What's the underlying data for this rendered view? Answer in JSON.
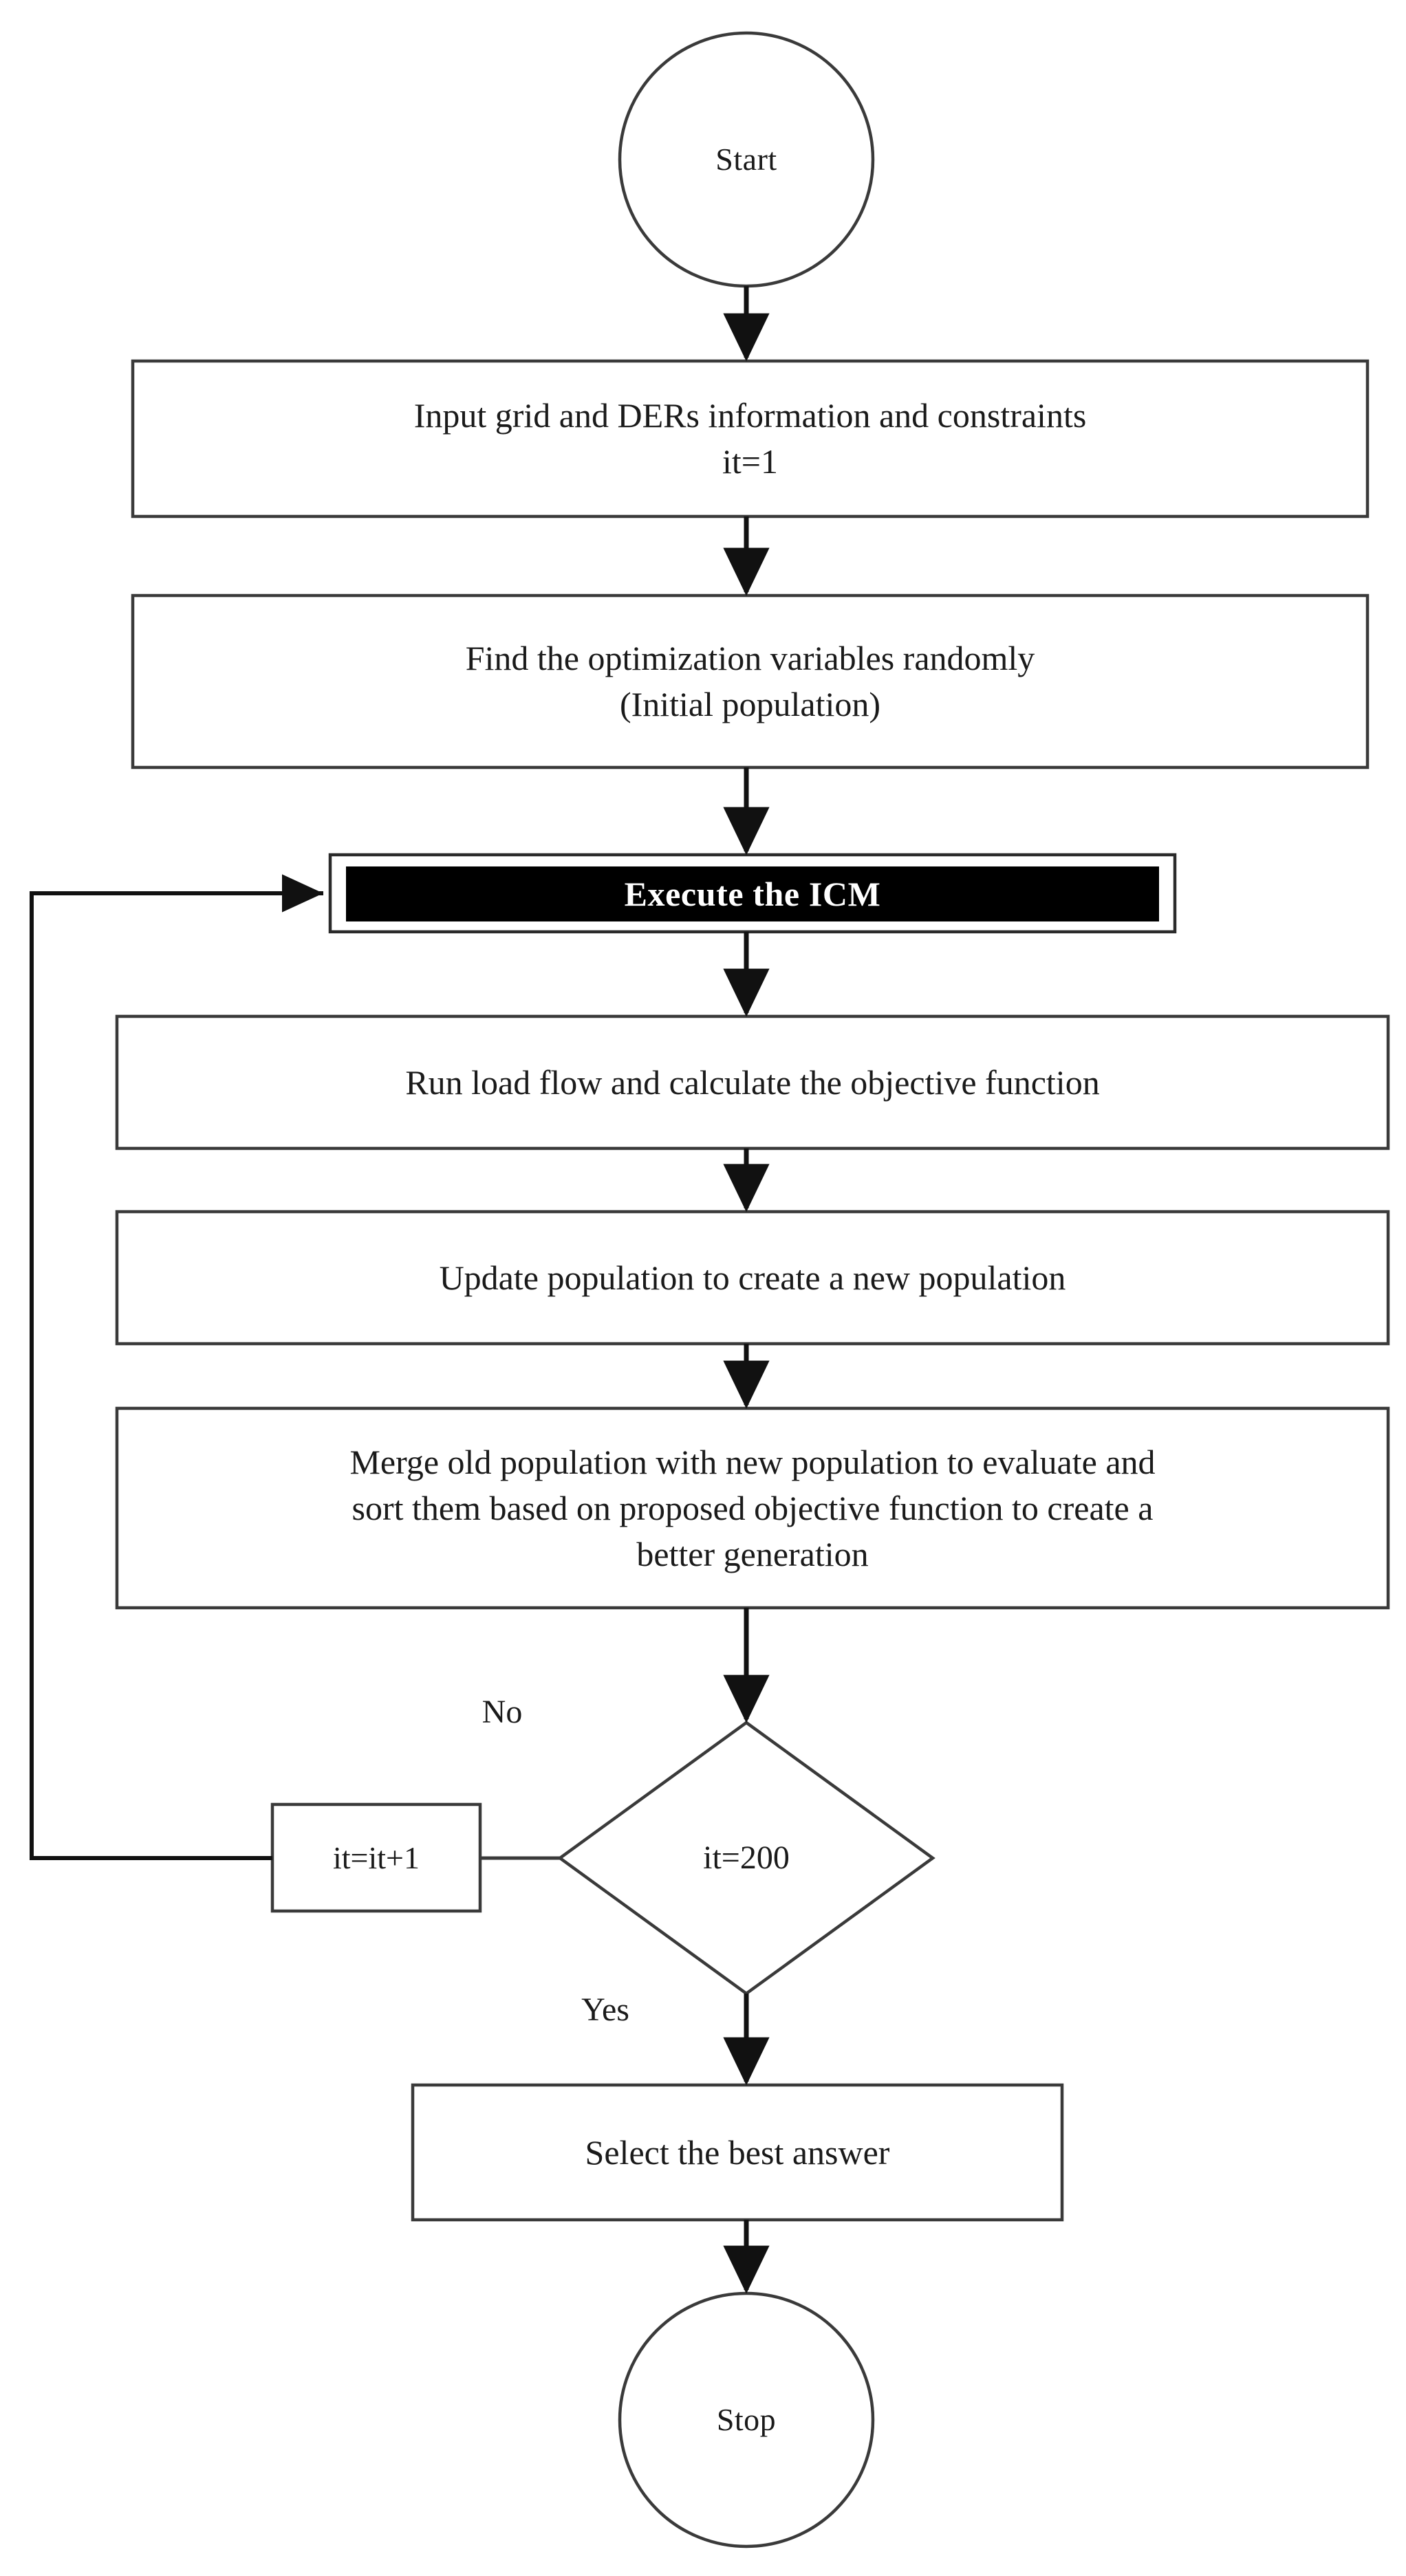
{
  "diagram": {
    "title": "Optimization algorithm flowchart",
    "type": "flowchart",
    "colors": {
      "stroke": "#3a3a3a",
      "stroke_dark": "#1a1a1a",
      "fill": "#ffffff",
      "icm_fill": "#000000",
      "icm_text": "#ffffff",
      "text": "#1a1a1a"
    }
  },
  "nodes": {
    "start": {
      "label": "Start",
      "shape": "circle"
    },
    "input": {
      "label": "Input grid and DERs information and constraints\nit=1",
      "shape": "process"
    },
    "initial_population": {
      "label": "Find the optimization variables randomly\n(Initial population)",
      "shape": "process"
    },
    "execute_icm": {
      "label": "Execute the ICM",
      "shape": "highlighted-process"
    },
    "load_flow": {
      "label": "Run load flow and calculate the objective function",
      "shape": "process"
    },
    "update_population": {
      "label": "Update population to create a new population",
      "shape": "process"
    },
    "merge": {
      "label": "Merge old population with new population to evaluate and\nsort them based on proposed objective function to create a\nbetter generation",
      "shape": "process"
    },
    "decision": {
      "label": "it=200",
      "shape": "decision"
    },
    "increment": {
      "label": "it=it+1",
      "shape": "process"
    },
    "select_best": {
      "label": "Select the best answer",
      "shape": "process"
    },
    "stop": {
      "label": "Stop",
      "shape": "circle"
    }
  },
  "edges": {
    "no_branch": {
      "label": "No"
    },
    "yes_branch": {
      "label": "Yes"
    }
  }
}
